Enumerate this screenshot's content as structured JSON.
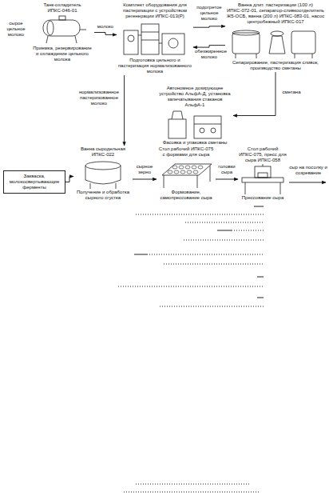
{
  "diagram": {
    "nodes": [
      {
        "text": [
          "Танк-охладитель ИПКС-046-01",
          "Приемка, резервирование и охлаждение цельного молока"
        ]
      },
      {
        "text": [
          "Комплект оборудования для пастеризации с устройством регенерации ИПКС-013(Р)",
          "Подготовка цельного и пастеризация нормализованного молока"
        ]
      },
      {
        "text": [
          "Ванна длит. пастеризации (100 л) ИПКС-072-01, сепаратор-сливкоотделитель Ж5-ОСБ, ванна (200 л) ИПКС-083-01, насос центробежный ИПКС-017",
          "Сепарирование, пастеризация сливок, производство сметаны"
        ]
      },
      {
        "text": [
          "Автономное дозирующее устройство АльфА-Д, установка запечатывания стаканов АльфА-1",
          "Фасовка и упаковка сметаны"
        ]
      },
      {
        "text": [
          "Закваска, молокосвертывающие ферменты"
        ]
      },
      {
        "text": [
          "Ванна сыродельная ИПКС-022",
          "Получение и обработка сырного сгустка"
        ]
      },
      {
        "text": [
          "Стол рабочий ИПКС-075 с формами для сыра",
          "Формование, самопрессование сыра"
        ]
      },
      {
        "text": [
          "Стол рабочий ИПКС-075, пресс для сыра ИПКС-058",
          "Прессование сыра"
        ]
      }
    ],
    "edges": [
      {
        "from": 0,
        "to": 1,
        "label": "молоко",
        "arrow": "to"
      },
      {
        "from": 1,
        "to": 2,
        "label": "подогретое цельное молоко",
        "arrow": "to"
      },
      {
        "from": 2,
        "to": 1,
        "label": "обезжиренное молоко",
        "arrow": "to"
      },
      {
        "from": 2,
        "to": 3,
        "label": "сметана",
        "arrow": "to"
      },
      {
        "from": 1,
        "to": 5,
        "label": "нормализованное пастеризованное молоко",
        "arrow": "to"
      },
      {
        "from": 4,
        "to": 5,
        "arrow": "to"
      },
      {
        "from": 5,
        "to": 6,
        "label": "сырное зерно",
        "arrow": "to"
      },
      {
        "from": 6,
        "to": 7,
        "label": "головки сыра",
        "arrow": "to"
      }
    ],
    "labels": [
      "сырое цельное молоко",
      "сыр на посолку и созревание"
    ]
  }
}
